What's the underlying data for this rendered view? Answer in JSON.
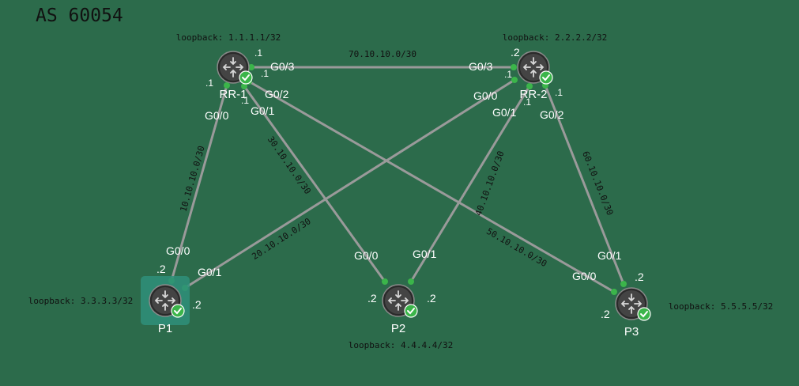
{
  "title": "AS 60054",
  "colors": {
    "background": "#2c6b4b",
    "link": "#9a9a9a",
    "port_dot": "#3bb54a",
    "check": "#3bb54a",
    "router": "#3a3a3a",
    "text": "#111111",
    "iface_text": "#ffffff",
    "selection": "#2f8f7a"
  },
  "nodes": [
    {
      "id": "rr1",
      "name": "RR-1",
      "loopback": "loopback: 1.1.1.1/32",
      "icon": "router-icon",
      "status": "check-icon"
    },
    {
      "id": "rr2",
      "name": "RR-2",
      "loopback": "loopback: 2.2.2.2/32",
      "icon": "router-icon",
      "status": "check-icon"
    },
    {
      "id": "p1",
      "name": "P1",
      "loopback": "loopback: 3.3.3.3/32",
      "icon": "router-icon",
      "status": "check-icon",
      "selected": true
    },
    {
      "id": "p2",
      "name": "P2",
      "loopback": "loopback: 4.4.4.4/32",
      "icon": "router-icon",
      "status": "check-icon"
    },
    {
      "id": "p3",
      "name": "P3",
      "loopback": "loopback: 5.5.5.5/32",
      "icon": "router-icon",
      "status": "check-icon"
    }
  ],
  "links": [
    {
      "id": "l70",
      "from": "rr1",
      "to": "rr2",
      "subnet": "70.10.10.0/30",
      "from_if": "G0/3",
      "from_host": ".1",
      "to_if": "G0/3",
      "to_host": ".2"
    },
    {
      "id": "l10",
      "from": "rr1",
      "to": "p1",
      "subnet": "10.10.10.0/30",
      "from_if": "G0/0",
      "from_host": ".1",
      "to_if": "G0/0",
      "to_host": ".2"
    },
    {
      "id": "l30",
      "from": "rr1",
      "to": "p2",
      "subnet": "30.10.10.0/30",
      "from_if": "G0/1",
      "from_host": ".1",
      "to_if": "G0/0",
      "to_host": ".2"
    },
    {
      "id": "l50",
      "from": "rr1",
      "to": "p3",
      "subnet": "50.10.10.0/30",
      "from_if": "G0/2",
      "from_host": ".1",
      "to_if": "G0/0",
      "to_host": ".2"
    },
    {
      "id": "l20",
      "from": "rr2",
      "to": "p1",
      "subnet": "20.10.10.0/30",
      "from_if": "G0/0",
      "from_host": ".1",
      "to_if": "G0/1",
      "to_host": ".2"
    },
    {
      "id": "l40",
      "from": "rr2",
      "to": "p2",
      "subnet": "40.10.10.0/30",
      "from_if": "G0/1",
      "from_host": ".1",
      "to_if": "G0/1",
      "to_host": ".2"
    },
    {
      "id": "l60",
      "from": "rr2",
      "to": "p3",
      "subnet": "60.10.10.0/30",
      "from_if": "G0/2",
      "from_host": ".1",
      "to_if": "G0/1",
      "to_host": ".2"
    }
  ]
}
